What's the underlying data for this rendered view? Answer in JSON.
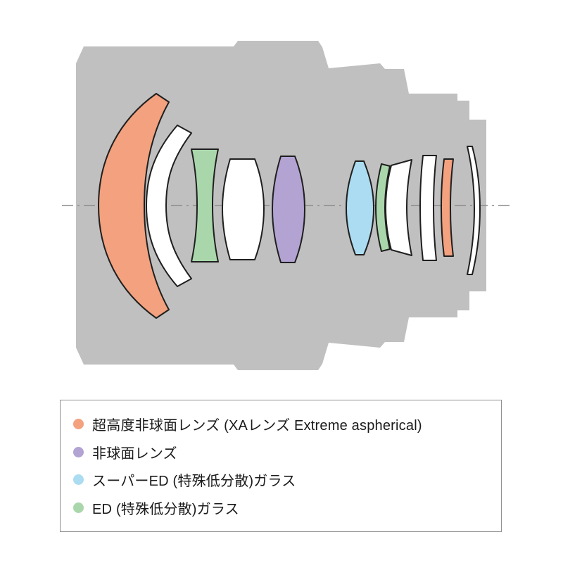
{
  "diagram": {
    "name": "lens-construction-cross-section",
    "description_visible_text": "",
    "optical_axis": "dash-dot horizontal centerline",
    "element_groups_left_to_right": [
      "xa-extreme-aspherical-front",
      "glass-meniscus",
      "ed-glass-front",
      "glass-biconvex",
      "aspherical",
      "super-ed-glass",
      "ed-glass-rear",
      "glass-rear-1",
      "glass-rear-2",
      "xa-extreme-aspherical-rear",
      "glass-rear-exit"
    ]
  },
  "colors": {
    "barrel": "#c0c0c0",
    "glass": "#ffffff",
    "outline": "#1f1f1f",
    "axis": "#8c8c8c",
    "xa": "#f3a17e",
    "aspherical": "#b2a3d3",
    "super_ed": "#abdcf2",
    "ed": "#a9d7ab",
    "legend_border": "#8f8f8f",
    "text": "#1a1a1a"
  },
  "legend": {
    "items": [
      {
        "key": "xa",
        "label": "超高度非球面レンズ (XAレンズ Extreme aspherical)"
      },
      {
        "key": "aspherical",
        "label": "非球面レンズ"
      },
      {
        "key": "super_ed",
        "label": "スーパーED (特殊低分散)ガラス"
      },
      {
        "key": "ed",
        "label": "ED (特殊低分散)ガラス"
      }
    ]
  }
}
